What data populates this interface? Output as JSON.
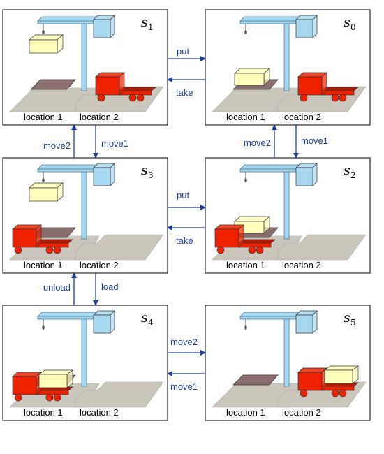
{
  "states": [
    {
      "id": "s1",
      "name": "s",
      "sub": "1",
      "crane_holding": true,
      "truck_at": "2",
      "truck_loaded": false,
      "pallet_container": false
    },
    {
      "id": "s0",
      "name": "s",
      "sub": "0",
      "crane_holding": false,
      "truck_at": "2",
      "truck_loaded": false,
      "pallet_container": true
    },
    {
      "id": "s3",
      "name": "s",
      "sub": "3",
      "crane_holding": true,
      "truck_at": "1",
      "truck_loaded": false,
      "pallet_container": false
    },
    {
      "id": "s2",
      "name": "s",
      "sub": "2",
      "crane_holding": false,
      "truck_at": "1",
      "truck_loaded": false,
      "pallet_container": true
    },
    {
      "id": "s4",
      "name": "s",
      "sub": "4",
      "crane_holding": false,
      "truck_at": "1",
      "truck_loaded": true,
      "pallet_container": false
    },
    {
      "id": "s5",
      "name": "s",
      "sub": "5",
      "crane_holding": false,
      "truck_at": "2",
      "truck_loaded": true,
      "pallet_container": false
    }
  ],
  "location_labels": [
    "location 1",
    "location 2"
  ],
  "edges": [
    {
      "from": "s1",
      "to": "s0",
      "label": "put"
    },
    {
      "from": "s0",
      "to": "s1",
      "label": "take"
    },
    {
      "from": "s3",
      "to": "s2",
      "label": "put"
    },
    {
      "from": "s2",
      "to": "s3",
      "label": "take"
    },
    {
      "from": "s3",
      "to": "s1",
      "label": "move2"
    },
    {
      "from": "s1",
      "to": "s3",
      "label": "move1"
    },
    {
      "from": "s2",
      "to": "s0",
      "label": "move2"
    },
    {
      "from": "s0",
      "to": "s2",
      "label": "move1"
    },
    {
      "from": "s4",
      "to": "s3",
      "label": "unload"
    },
    {
      "from": "s3",
      "to": "s4",
      "label": "load"
    },
    {
      "from": "s4",
      "to": "s5",
      "label": "move2"
    },
    {
      "from": "s5",
      "to": "s4",
      "label": "move1"
    }
  ],
  "colors": {
    "edge": "#1f3f9f",
    "crane": "#a8d8f0",
    "crane_stroke": "#4a7fa0",
    "ground": "#cbc6bc",
    "pallet": "#8a6e6e",
    "container": "#ffffbb",
    "truck": "#ee2200"
  }
}
